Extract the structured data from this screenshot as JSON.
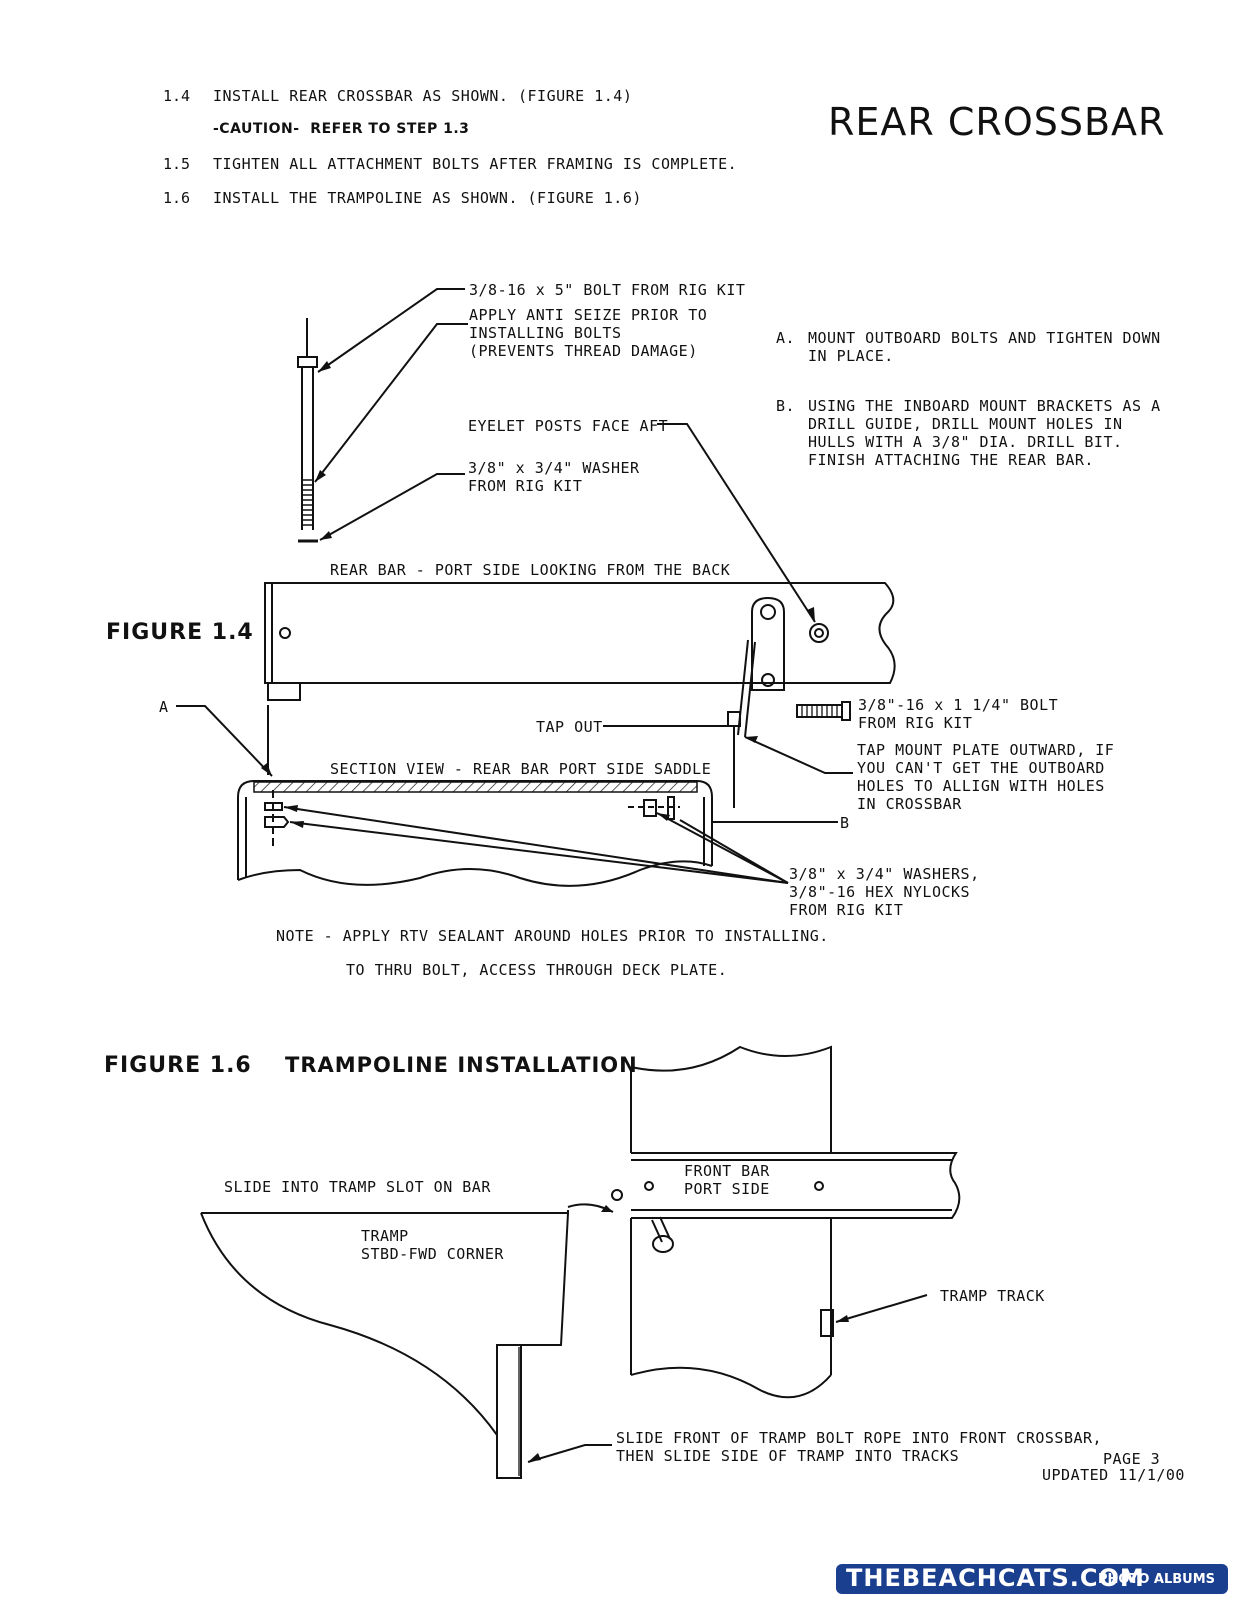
{
  "header": {
    "title": "REAR CROSSBAR",
    "steps": [
      {
        "num": "1.4",
        "text": "INSTALL REAR CROSSBAR AS SHOWN. (FIGURE 1.4)"
      },
      {
        "num": "",
        "text": "-CAUTION-  REFER TO STEP 1.3"
      },
      {
        "num": "1.5",
        "text": "TIGHTEN ALL ATTACHMENT BOLTS AFTER FRAMING IS COMPLETE."
      },
      {
        "num": "1.6",
        "text": "INSTALL THE TRAMPOLINE AS SHOWN. (FIGURE 1.6)"
      }
    ]
  },
  "figure14": {
    "label": "FIGURE 1.4",
    "bolt_callout": "3/8-16 x 5\" BOLT FROM RIG KIT",
    "antiseize_callout": "APPLY ANTI SEIZE PRIOR TO\nINSTALLING BOLTS\n(PREVENTS THREAD DAMAGE)",
    "eyelet_callout": "EYELET POSTS FACE AFT",
    "washer_callout": "3/8\" x 3/4\" WASHER\nFROM RIG KIT",
    "rear_bar_label": "REAR BAR - PORT SIDE LOOKING FROM THE BACK",
    "note_a": {
      "letter": "A.",
      "text": "MOUNT OUTBOARD BOLTS AND TIGHTEN DOWN\nIN PLACE."
    },
    "note_b": {
      "letter": "B.",
      "text": "USING THE INBOARD MOUNT BRACKETS AS A\nDRILL GUIDE, DRILL MOUNT HOLES IN\nHULLS WITH A 3/8\" DIA. DRILL BIT.\nFINISH ATTACHING THE REAR BAR."
    },
    "marker_a": "A",
    "marker_b": "B",
    "tap_out": "TAP OUT",
    "small_bolt_callout": "3/8\"-16 x 1 1/4\" BOLT\nFROM RIG KIT",
    "tap_mount_callout": "TAP MOUNT PLATE OUTWARD, IF\nYOU CAN'T GET THE OUTBOARD\nHOLES TO ALLIGN WITH HOLES\nIN CROSSBAR",
    "section_label": "SECTION VIEW - REAR BAR PORT SIDE SADDLE",
    "washers_callout": "3/8\" x 3/4\" WASHERS,\n3/8\"-16 HEX NYLOCKS\nFROM RIG KIT",
    "note_rtv": "NOTE - APPLY RTV SEALANT AROUND HOLES PRIOR TO INSTALLING.",
    "note_thru": "TO THRU BOLT, ACCESS THROUGH DECK PLATE."
  },
  "figure16": {
    "label": "FIGURE 1.6",
    "title": "TRAMPOLINE INSTALLATION",
    "slide_into": "SLIDE INTO TRAMP SLOT ON BAR",
    "tramp_label": "TRAMP\nSTBD-FWD CORNER",
    "front_bar_label": "FRONT BAR\nPORT SIDE",
    "tramp_track": "TRAMP TRACK",
    "slide_front": "SLIDE FRONT OF TRAMP BOLT ROPE INTO FRONT CROSSBAR,\nTHEN SLIDE SIDE OF TRAMP INTO TRACKS"
  },
  "footer": {
    "page": "PAGE 3",
    "updated": "UPDATED 11/1/00",
    "watermark": "THEBEACHCATS.COM",
    "watermark_sub": "PHOTO ALBUMS"
  }
}
